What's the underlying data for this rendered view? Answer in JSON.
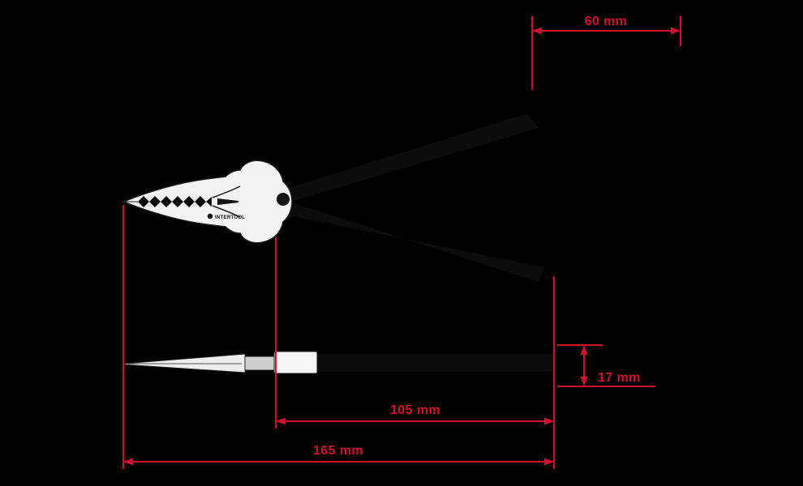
{
  "colors": {
    "background": "#000000",
    "dimension_red": "#d10f2e",
    "tool_body_white": "#f2f2f2",
    "tool_outline": "#1a1a1a"
  },
  "tool": {
    "brand": "INTERTOOL"
  },
  "dimensions": {
    "d60": {
      "label": "60 mm"
    },
    "d17": {
      "label": "17 mm"
    },
    "d105": {
      "label": "105 mm"
    },
    "d165": {
      "label": "165 mm"
    }
  }
}
